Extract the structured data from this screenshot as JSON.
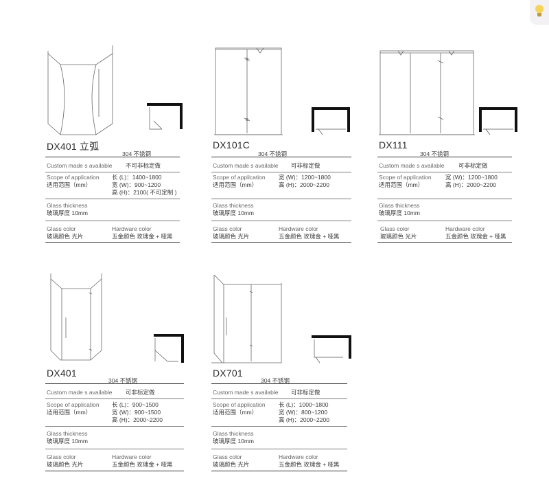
{
  "products": [
    {
      "name": "DX401 立弧",
      "material": "304 不锈钢",
      "custom_label": "Custom made s available",
      "custom_value": "不可非标定做",
      "scope_label_en": "Scope of application",
      "scope_label_cn": "适用范围（mm）",
      "scope_values": [
        "长 (L)：1400~1800",
        "宽 (W)：900~1200",
        "高 (H)：2100( 不可定制 )"
      ],
      "glass_label_en": "Glass thickness",
      "glass_value": "玻璃厚度 10mm",
      "glass_color_label": "Glass color",
      "glass_color_value": "玻璃颜色 光片",
      "hardware_label": "Hardware color",
      "hardware_value": "五金颜色 玫瑰金 + 哑黑"
    },
    {
      "name": "DX101C",
      "material": "304 不锈钢",
      "custom_label": "Custom made s available",
      "custom_value": "可非标定做",
      "scope_label_en": "Scope of application",
      "scope_label_cn": "适用范围（mm）",
      "scope_values": [
        "宽 (W)：1200~1800",
        "高 (H)：2000~2200"
      ],
      "glass_label_en": "Glass thickness",
      "glass_value": "玻璃厚度 10mm",
      "glass_color_label": "Glass color",
      "glass_color_value": "玻璃颜色 光片",
      "hardware_label": "Hardware color",
      "hardware_value": "五金颜色 玫瑰金 + 哑黑"
    },
    {
      "name": "DX111",
      "material": "304 不锈钢",
      "custom_label": "Custom made s available",
      "custom_value": "可非标定做",
      "scope_label_en": "Scope of application",
      "scope_label_cn": "适用范围（mm）",
      "scope_values": [
        "宽 (W)：1200~1800",
        "高 (H)：2000~2200"
      ],
      "glass_label_en": "Glass thickness",
      "glass_value": "玻璃厚度 10mm",
      "glass_color_label": "Glass color",
      "glass_color_value": "玻璃颜色 光片",
      "hardware_label": "Hardware color",
      "hardware_value": "五金颜色 玫瑰金 + 哑黑"
    },
    {
      "name": "DX401",
      "material": "304 不锈钢",
      "custom_label": "Custom made s available",
      "custom_value": "可非标定做",
      "scope_label_en": "Scope of application",
      "scope_label_cn": "适用范围（mm）",
      "scope_values": [
        "长 (L)：900~1500",
        "宽 (W)：900~1500",
        "高 (H)：2000~2200"
      ],
      "glass_label_en": "Glass thickness",
      "glass_value": "玻璃厚度 10mm",
      "glass_color_label": "Glass color",
      "glass_color_value": "玻璃颜色 光片",
      "hardware_label": "Hardware color",
      "hardware_value": "五金颜色 玫瑰金 + 哑黑"
    },
    {
      "name": "DX701",
      "material": "304 不锈钢",
      "custom_label": "Custom made s available",
      "custom_value": "可非标定做",
      "scope_label_en": "Scope of application",
      "scope_label_cn": "适用范围（mm）",
      "scope_values": [
        "长 (L)：1000~1800",
        "宽 (W)：800~1200",
        "高 (H)：2000~2200"
      ],
      "glass_label_en": "Glass thickness",
      "glass_value": "玻璃厚度 10mm",
      "glass_color_label": "Glass color",
      "glass_color_value": "玻璃颜色 光片",
      "hardware_label": "Hardware color",
      "hardware_value": "五金颜色 玫瑰金 + 哑黑"
    }
  ],
  "icons": {
    "corner": "lightbulb-icon"
  }
}
